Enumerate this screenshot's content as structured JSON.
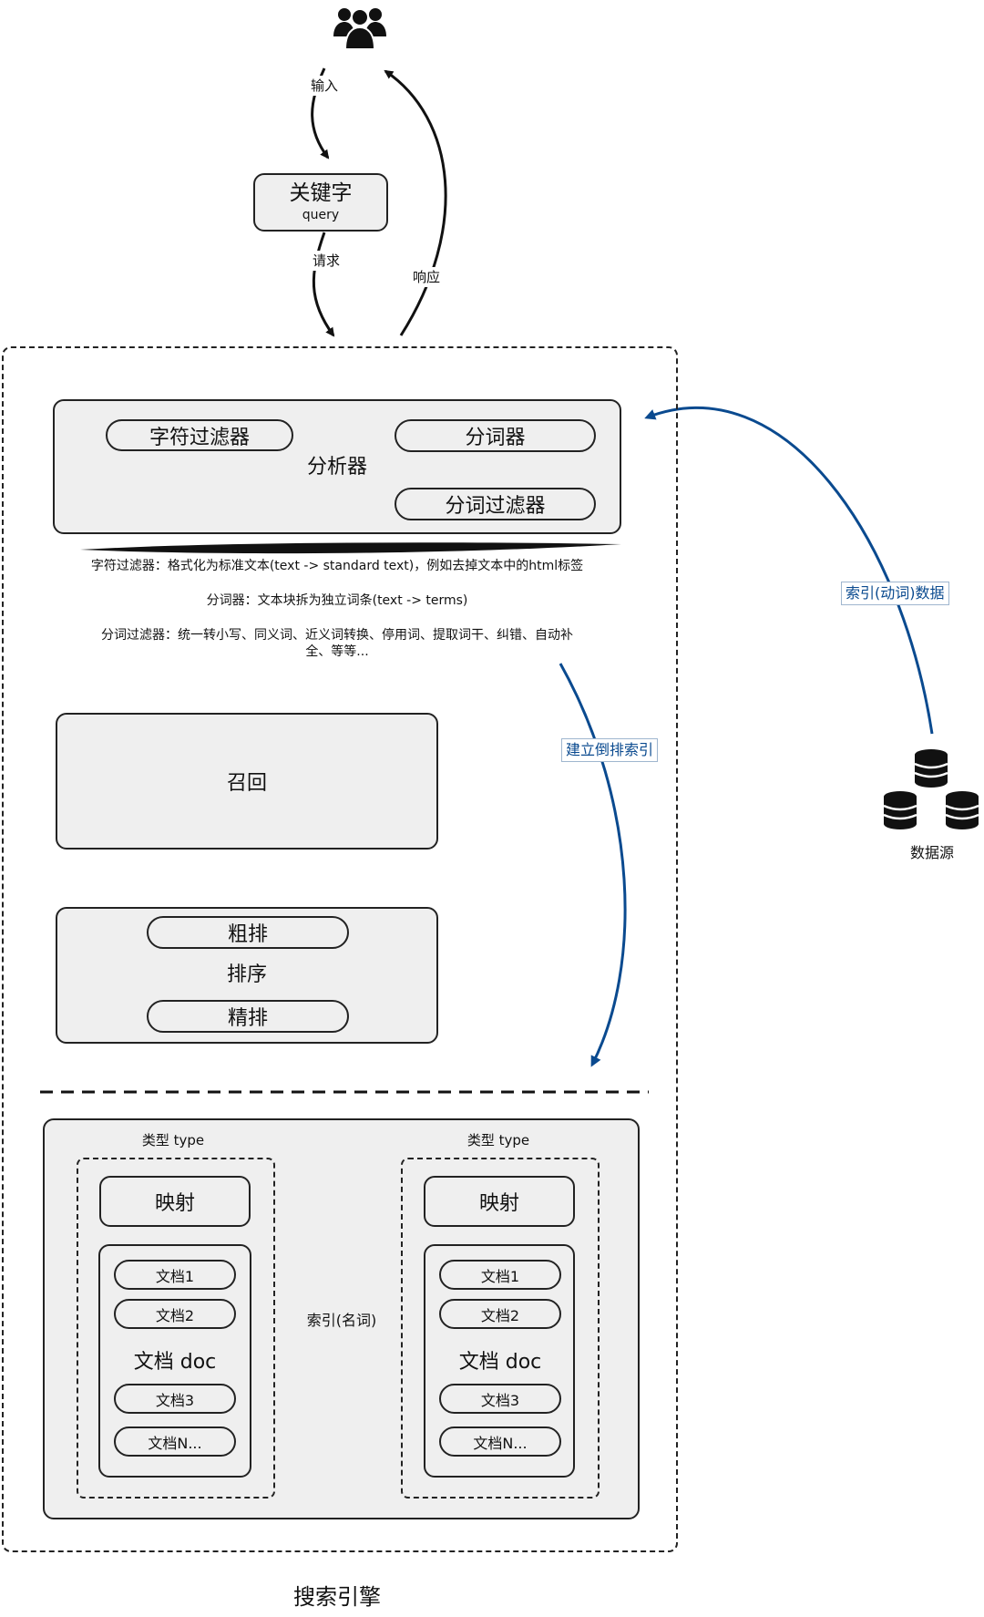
{
  "top": {
    "users_icon": "users-icon",
    "keyword_title": "关键字",
    "keyword_sub": "query",
    "input_label": "输入",
    "request_label": "请求",
    "response_label": "响应"
  },
  "analyzer": {
    "title": "分析器",
    "char_filter": "字符过滤器",
    "tokenizer": "分词器",
    "token_filter": "分词过滤器",
    "desc_char_filter": "字符过滤器：格式化为标准文本(text -> standard text)，例如去掉文本中的html标签",
    "desc_tokenizer": "分词器：文本块拆为独立词条(text -> terms)",
    "desc_token_filter_1": "分词过滤器：统一转小写、同义词、近义词转换、停用词、提取词干、纠错、自动补",
    "desc_token_filter_2": "全、等等..."
  },
  "recall": {
    "title": "召回"
  },
  "ranking": {
    "title": "排序",
    "coarse": "粗排",
    "fine": "精排"
  },
  "index": {
    "label": "索引(名词)",
    "types": [
      {
        "type_label": "类型 type",
        "mapping": "映射",
        "doc_title": "文档 doc",
        "docs": [
          "文档1",
          "文档2",
          "文档3",
          "文档N..."
        ]
      },
      {
        "type_label": "类型 type",
        "mapping": "映射",
        "doc_title": "文档 doc",
        "docs": [
          "文档1",
          "文档2",
          "文档3",
          "文档N..."
        ]
      }
    ]
  },
  "engine": {
    "title": "搜索引擎"
  },
  "datasource": {
    "label": "数据源",
    "icon": "database-icon"
  },
  "arrows": {
    "index_data_label": "索引(动词)数据",
    "build_index_label": "建立倒排索引",
    "accent_color": "#0a4a8f"
  }
}
